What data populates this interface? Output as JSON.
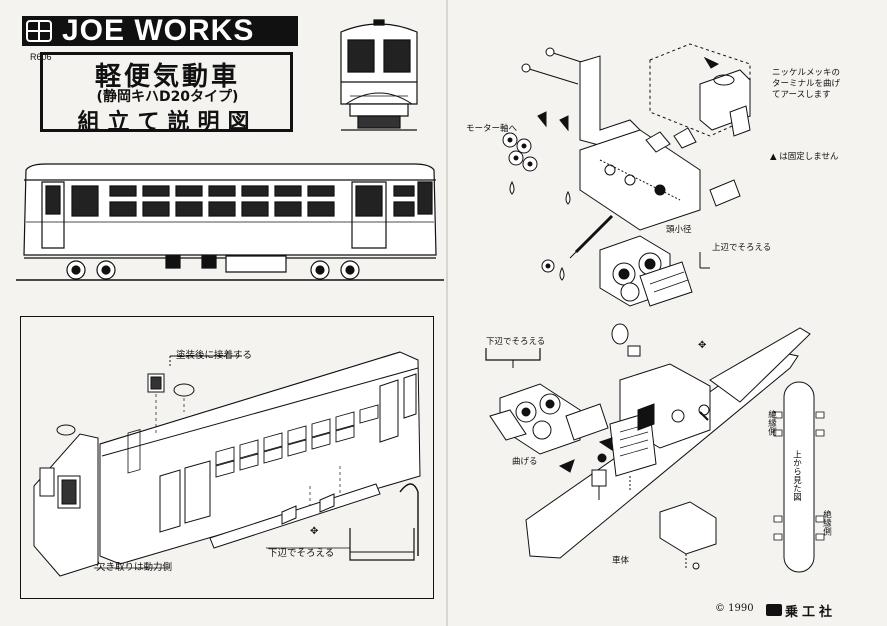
{
  "header": {
    "brand": "JOE WORKS",
    "product_code": "R606",
    "title_main": "軽便気動車",
    "title_sub": "(静岡キハD20タイプ)",
    "title_doc": "組立て説明図"
  },
  "lower_left": {
    "note_after_paint": "塗装後に接着する",
    "note_cutout": "欠き取りは動力側",
    "note_align_bottom": "下辺でそろえる"
  },
  "upper_right": {
    "note_nickel": "ニッケルメッキの",
    "note_nickel_2": "ターミナルを曲げ",
    "note_nickel_3": "てアースします",
    "note_motor_shaft": "モーター軸へ",
    "note_not_fixed": "▲ は固定しません",
    "note_small_dia": "頭小径",
    "note_align_top": "上辺でそろえる"
  },
  "lower_right": {
    "note_align_bottom": "下辺でそろえる",
    "note_bend": "曲げる",
    "note_body": "車体",
    "note_insulated_1": "絶縁側",
    "note_top_view": "上から見た図",
    "note_insulated_2": "絶縁側"
  },
  "footer": {
    "copyright": "© 1990",
    "publisher": "乗工社"
  }
}
